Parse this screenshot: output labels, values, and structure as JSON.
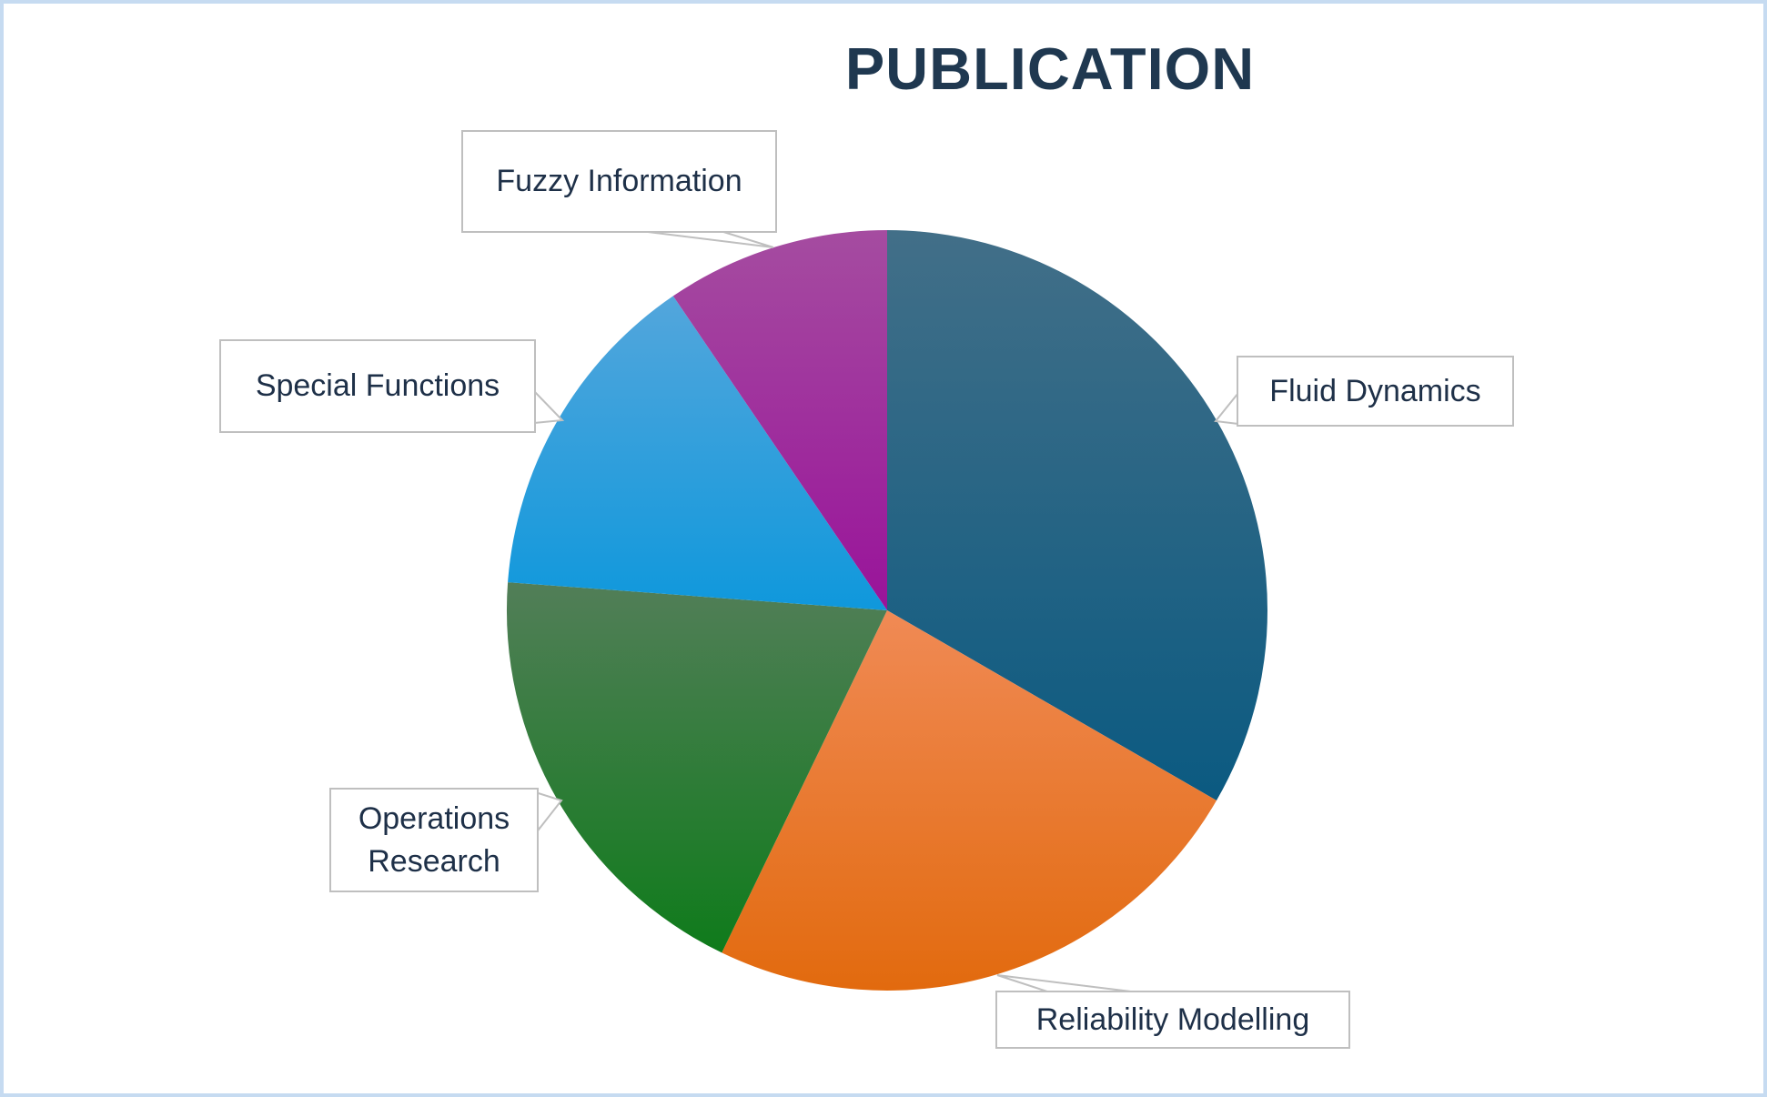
{
  "page": {
    "background": "#FFFFFF",
    "frame_border_color": "#C6DBF1"
  },
  "title": {
    "text": "PUBLICATION",
    "color": "#1F3850"
  },
  "callout_style": {
    "border_color": "#BFBFBF",
    "text_color": "#1E3048",
    "fill": "#FFFFFF"
  },
  "chart_data": {
    "type": "pie",
    "title": "PUBLICATION",
    "legend_position": "none",
    "labels": "callout boxes with leader pointers",
    "direction": "clockwise",
    "start_angle_deg": 0,
    "categories": [
      "Fluid Dynamics",
      "Reliability Modelling",
      "Operations Research",
      "Special Functions",
      "Fuzzy Information"
    ],
    "values_percent": [
      33.3,
      23.8,
      19.0,
      14.3,
      9.5
    ],
    "slices": [
      {
        "label": "Fluid Dynamics",
        "percent": 33.3,
        "angle_deg": 120.0,
        "color_top": "#426F88",
        "color_bottom": "#0B5A81"
      },
      {
        "label": "Reliability Modelling",
        "percent": 23.8,
        "angle_deg": 85.8,
        "color_top": "#F08A55",
        "color_bottom": "#E26A0E"
      },
      {
        "label": "Operations Research",
        "percent": 19.0,
        "angle_deg": 68.5,
        "color_top": "#527E58",
        "color_bottom": "#0F7B1B"
      },
      {
        "label": "Special Functions",
        "percent": 14.3,
        "angle_deg": 51.5,
        "color_top": "#53A6DC",
        "color_bottom": "#0F98DC"
      },
      {
        "label": "Fuzzy Information",
        "percent": 9.5,
        "angle_deg": 34.2,
        "color_top": "#A54CA0",
        "color_bottom": "#99139A"
      }
    ]
  }
}
